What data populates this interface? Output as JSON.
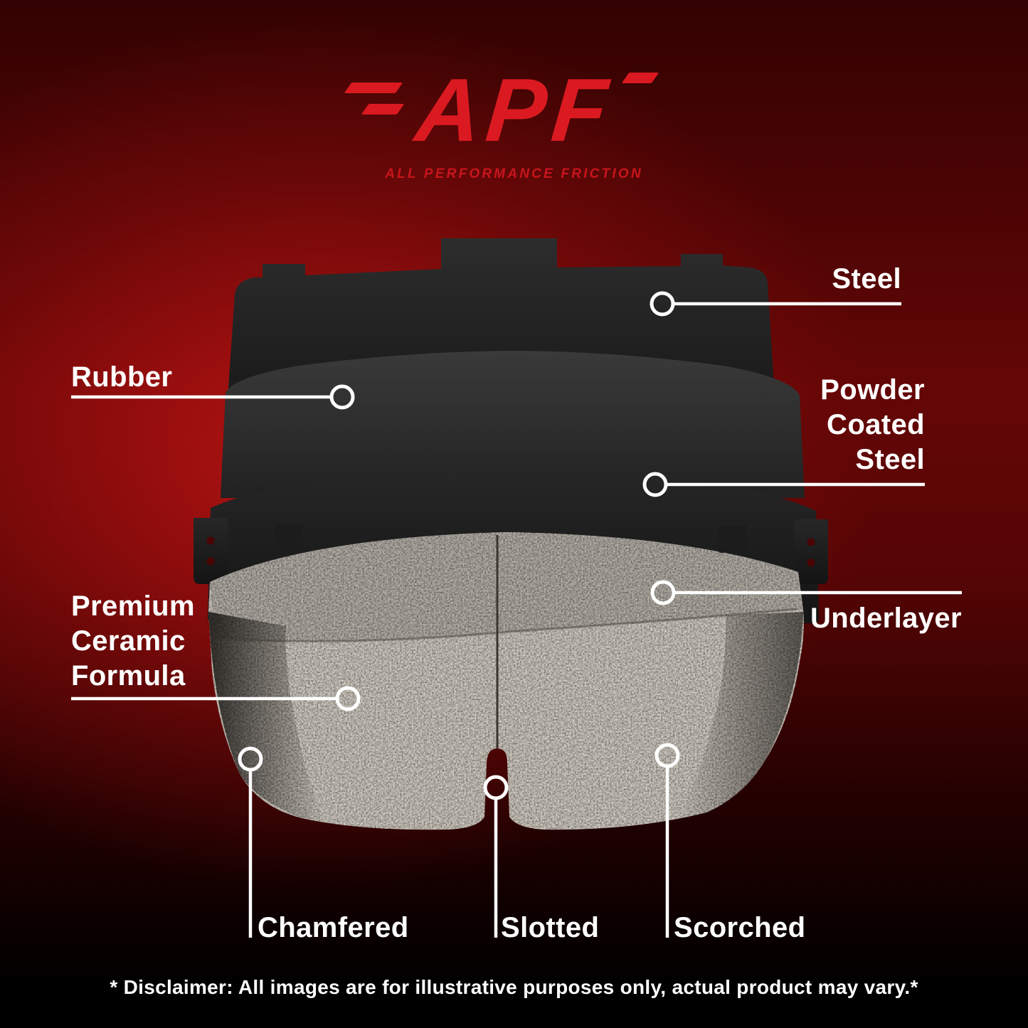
{
  "brand": {
    "name": "APF",
    "tagline": "ALL PERFORMANCE FRICTION"
  },
  "callouts": {
    "steel": "Steel",
    "rubber": "Rubber",
    "powder_coated_steel": "Powder Coated Steel",
    "underlayer": "Underlayer",
    "premium_ceramic_formula": "Premium Ceramic Formula",
    "chamfered": "Chamfered",
    "slotted": "Slotted",
    "scorched": "Scorched"
  },
  "disclaimer": "* Disclaimer: All images are for illustrative purposes only, actual product may vary.*",
  "colors": {
    "accent_red": "#da1a20",
    "label_white": "#ffffff",
    "callout_line": "#ffffff",
    "background_red": "#8f0d0d",
    "plate_charcoal": "#242424",
    "ceramic_gray": "#a49e95"
  }
}
